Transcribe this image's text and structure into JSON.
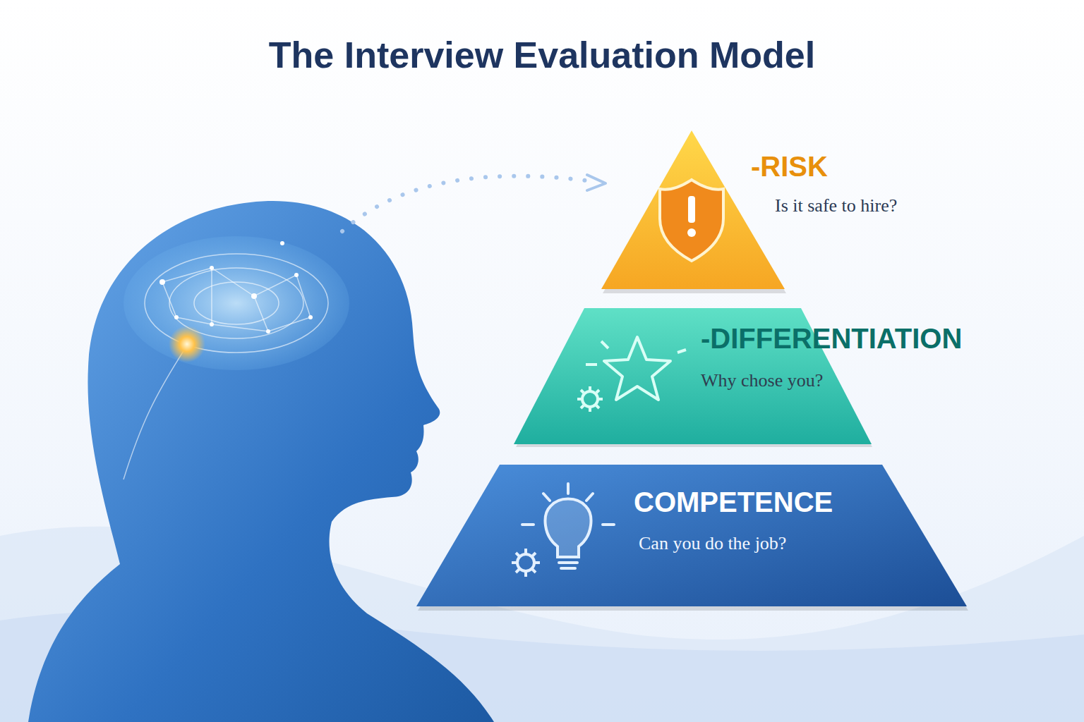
{
  "diagram": {
    "title": "The Interview Evaluation Model",
    "nodes": [
      {
        "text": [
          "-RISK",
          "Is it safe to hire?"
        ]
      },
      {
        "text": [
          "-DIFFERENTIATION",
          "Why chose you?"
        ]
      },
      {
        "text": [
          "COMPETENCE",
          "Can you do the job?"
        ]
      }
    ]
  }
}
